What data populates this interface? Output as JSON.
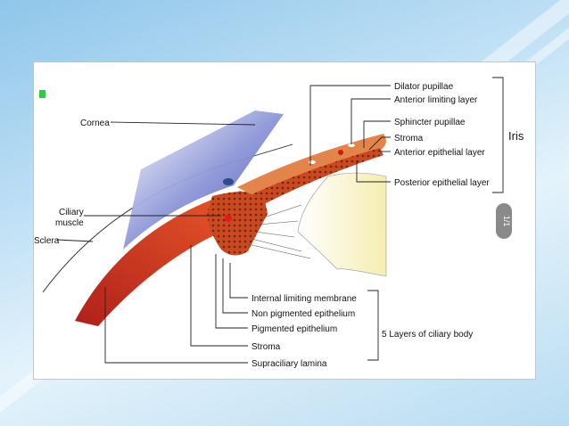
{
  "labels": {
    "dilator_pupillae": "Dilator pupillae",
    "anterior_limiting_layer": "Anterior limiting layer",
    "sphincter_pupillae": "Sphincter pupillae",
    "stroma_iris": "Stroma",
    "anterior_epithelial_layer": "Anterior epithelial layer",
    "posterior_epithelial_layer": "Posterior epithelial layer",
    "iris": "Iris",
    "cornea": "Cornea",
    "ciliary_muscle_1": "Ciliary",
    "ciliary_muscle_2": "muscle",
    "sclera": "Sclera",
    "internal_limiting_membrane": "Internal limiting membrane",
    "non_pigmented_epithelium": "Non pigmented epithelium",
    "pigmented_epithelium": "Pigmented epithelium",
    "stroma_ciliary": "Stroma",
    "supraciliary_lamina": "Supraciliary lamina",
    "five_layers": "5 Layers of ciliary body",
    "page_tab": "1/1"
  },
  "colors": {
    "slide_bg": "#ffffff",
    "sclera_red": "#d8371f",
    "iris_orange": "#e07a3c",
    "cornea_blue": "#4b58b8",
    "lens_yellow": "#f6efb8"
  }
}
